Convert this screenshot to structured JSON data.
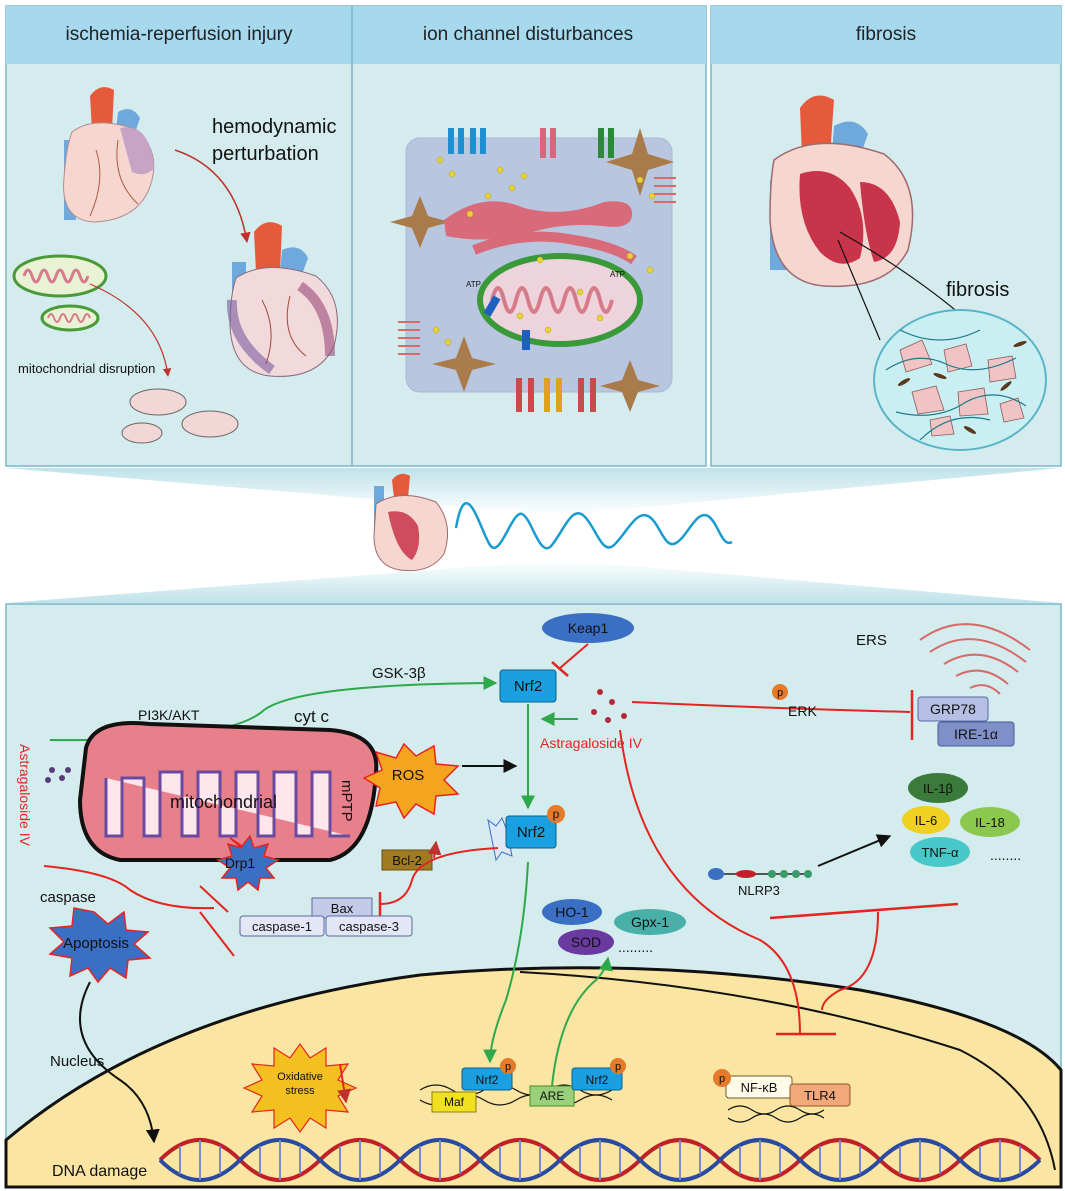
{
  "panels": {
    "ischemia": {
      "title": "ischemia-reperfusion injury",
      "hemodynamic": [
        "hemodynamic",
        "perturbation"
      ],
      "mito_disruption": "mitochondrial disruption"
    },
    "ion": {
      "title": "ion channel disturbances",
      "atp_left": "ATP",
      "atp_right": "ATP"
    },
    "fibrosis": {
      "title": "fibrosis",
      "label": "fibrosis"
    }
  },
  "pathway": {
    "keap1": "Keap1",
    "ers": "ERS",
    "gsk": "GSK-3β",
    "nrf2": "Nrf2",
    "pi3k": "PI3K/AKT",
    "cytc": "cyt c",
    "astragaloside_right": "Astragaloside IV",
    "astragaloside_left": "Astragaloside IV",
    "erk": "ERK",
    "p": "p",
    "grp78": "GRP78",
    "ire1a": "IRE-1α",
    "ros": "ROS",
    "mitochondrial": "mitochondrial",
    "mptp": "mPTP",
    "nrf2_p": "Nrf2",
    "il1b": "IL-1β",
    "il6": "IL-6",
    "il18": "IL-18",
    "tnfa": "TNF-α",
    "dots_cyto": "........",
    "bcl2": "Bcl-2",
    "drp1": "Drp1",
    "caspase": "caspase",
    "bax": "Bax",
    "caspase1": "caspase-1",
    "caspase3": "caspase-3",
    "nlrp3": "NLRP3",
    "ho1": "HO-1",
    "gpx1": "Gpx-1",
    "sod": "SOD",
    "dots_enzymes": ".........",
    "apoptosis": "Apoptosis",
    "nucleus": "Nucleus",
    "oxidative": [
      "Oxidative",
      "stress"
    ],
    "nrf2_maf": "Nrf2",
    "maf": "Maf",
    "are": "ARE",
    "nrf2_are": "Nrf2",
    "nfkb": "NF-κB",
    "tlr4": "TLR4",
    "dna_damage": "DNA damage"
  },
  "colors": {
    "panel_bg": "#d4ecee",
    "header_bg": "#a6d9ee",
    "nucleus_fill": "#fbe5a2",
    "inhibit_red": "#e52421",
    "activate_green": "#2ea84a",
    "nrf2_blue": "#1aa0e0"
  }
}
